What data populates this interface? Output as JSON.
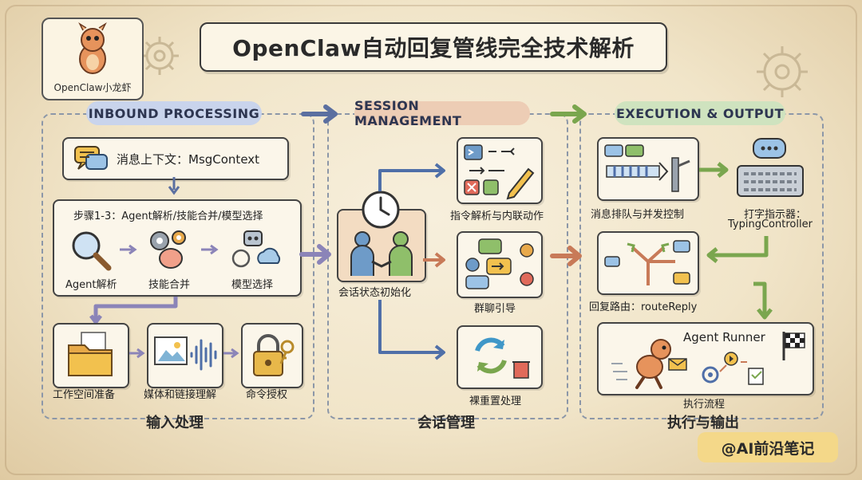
{
  "title": "OpenClaw自动回复管线完全技术解析",
  "logo": {
    "label": "OpenClaw小龙虾"
  },
  "credit": "@AI前沿笔记",
  "sections": {
    "inbound": {
      "banner": "INBOUND PROCESSING",
      "label": "输入处理"
    },
    "session": {
      "banner": "SESSION MANAGEMENT",
      "label": "会话管理"
    },
    "execution": {
      "banner": "EXECUTION & OUTPUT",
      "label": "执行与输出"
    }
  },
  "inbound": {
    "msg_context": "消息上下文：MsgContext",
    "steps_title": "步骤1-3：Agent解析/技能合并/模型选择",
    "step_agent": "Agent解析",
    "step_skills": "技能合并",
    "step_model": "模型选择",
    "workspace": "工作空间准备",
    "media": "媒体和链接理解",
    "auth": "命令授权"
  },
  "session": {
    "init": "会话状态初始化",
    "command": "指令解析与内联动作",
    "group": "群聊引导",
    "reset": "裸重置处理"
  },
  "execution": {
    "queue": "消息排队与并发控制",
    "typing": "打字指示器：",
    "typing_sub": "TypingController",
    "route": "回复路由：routeReply",
    "runner": "Agent Runner",
    "flow": "执行流程"
  },
  "colors": {
    "inbound_banner": "#c9d4ec",
    "session_banner": "#edcdb5",
    "execution_banner": "#cfe3bf",
    "arrow_blue": "#4f6fa8",
    "arrow_purple": "#8b84b8",
    "arrow_orange": "#c87a58",
    "arrow_green": "#7aa64e",
    "credit_bg": "#f4d889"
  },
  "icons": [
    "chat-bubble-icon",
    "magnifier-icon",
    "gears-brain-icon",
    "robot-cloud-icon",
    "folder-icon",
    "media-wave-icon",
    "lock-key-icon",
    "clock-icon",
    "handshake-icon",
    "command-terminal-icon",
    "group-chat-icon",
    "refresh-trash-icon",
    "queue-turnstile-icon",
    "keyboard-icon",
    "route-arrows-icon",
    "dragon-runner-icon",
    "checkered-flag-icon",
    "gear-icon"
  ]
}
